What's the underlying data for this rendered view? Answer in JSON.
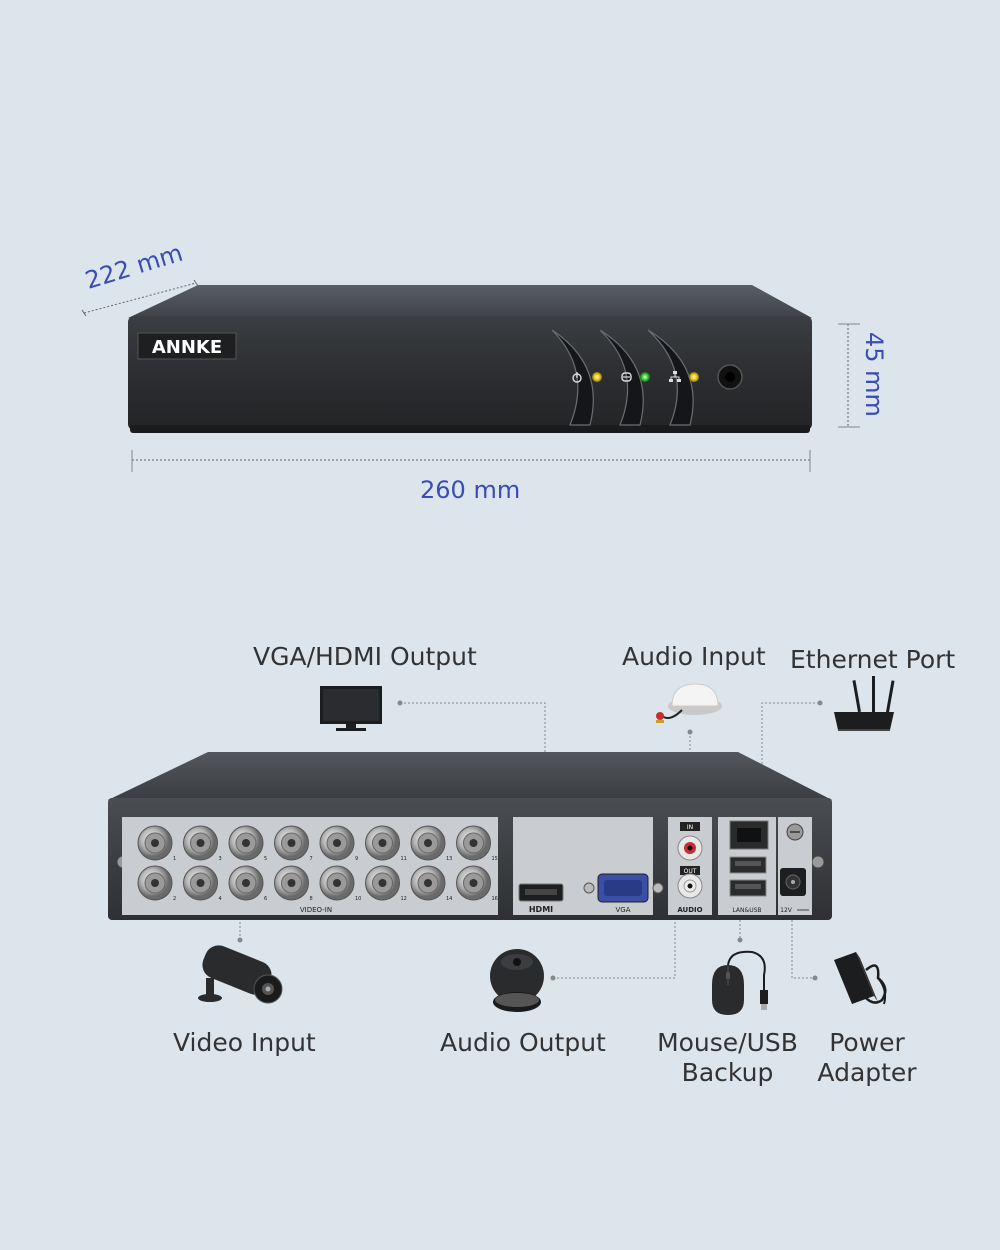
{
  "dimensions": {
    "depth": "222 mm",
    "height": "45 mm",
    "width": "260 mm"
  },
  "front_panel": {
    "brand": "ANNKE"
  },
  "rear_panel": {
    "video_in": "VIDEO-IN",
    "hdmi": "HDMI",
    "vga": "VGA",
    "audio": "AUDIO",
    "audio_in_tag": "IN",
    "audio_out_tag": "OUT",
    "lan_usb": "LAN&USB",
    "power": "12V",
    "channels": [
      "1",
      "2",
      "3",
      "4",
      "5",
      "6",
      "7",
      "8",
      "9",
      "10",
      "11",
      "12",
      "13",
      "14",
      "15",
      "16"
    ]
  },
  "labels": {
    "vga_hdmi_output": "VGA/HDMI Output",
    "audio_input": "Audio Input",
    "ethernet_port": "Ethernet Port",
    "video_input": "Video Input",
    "audio_output": "Audio Output",
    "mouse_usb_line1": "Mouse/USB",
    "mouse_usb_line2": "Backup",
    "power_line1": "Power",
    "power_line2": "Adapter"
  },
  "led_colors": {
    "power": "#f5d020",
    "hdd": "#3ddc3a",
    "network": "#f5d020"
  },
  "icons": [
    "power-icon",
    "hdd-icon",
    "network-icon",
    "monitor-icon",
    "microphone-icon",
    "router-icon",
    "camera-icon",
    "speaker-icon",
    "mouse-icon",
    "power-adapter-icon"
  ]
}
